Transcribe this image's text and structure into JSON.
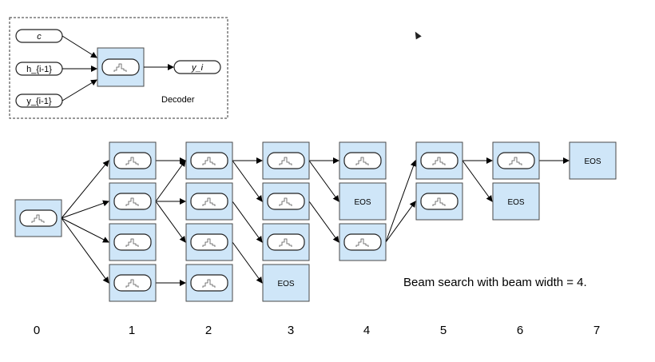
{
  "decoder": {
    "inputs": [
      "c",
      "h_{i-1}",
      "y_{i-1}"
    ],
    "output": "y_i",
    "label": "Decoder"
  },
  "beam": {
    "eos_label": "EOS",
    "steps": [
      "0",
      "1",
      "2",
      "3",
      "4",
      "5",
      "6",
      "7"
    ],
    "caption": "Beam search with beam width = 4."
  }
}
